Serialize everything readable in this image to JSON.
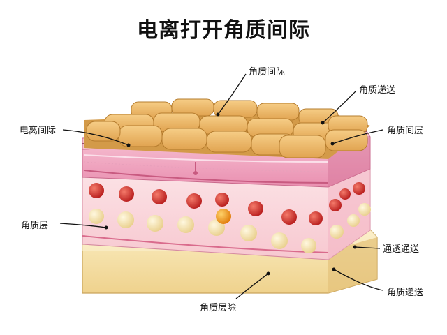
{
  "title": "电离打开角质间际",
  "labels": {
    "top_center": "角质间际",
    "top_right": "角质递送",
    "left_upper": "电离间际",
    "right_upper": "角质间层",
    "left_lower": "角质层",
    "right_mid": "通透通送",
    "right_lower": "角质递送",
    "bottom_center": "角质层除"
  },
  "colors": {
    "corneocyte": "#e9b565",
    "corneocyte_edge": "#b57c2e",
    "pink_layer": "#f0a9c1",
    "inner_layer": "#fbd6dc",
    "red_cell": "#cf2c2c",
    "yellow_cell": "#f6e6b8",
    "orange_cell": "#f19a1a",
    "base_layer": "#f6e2a6"
  }
}
